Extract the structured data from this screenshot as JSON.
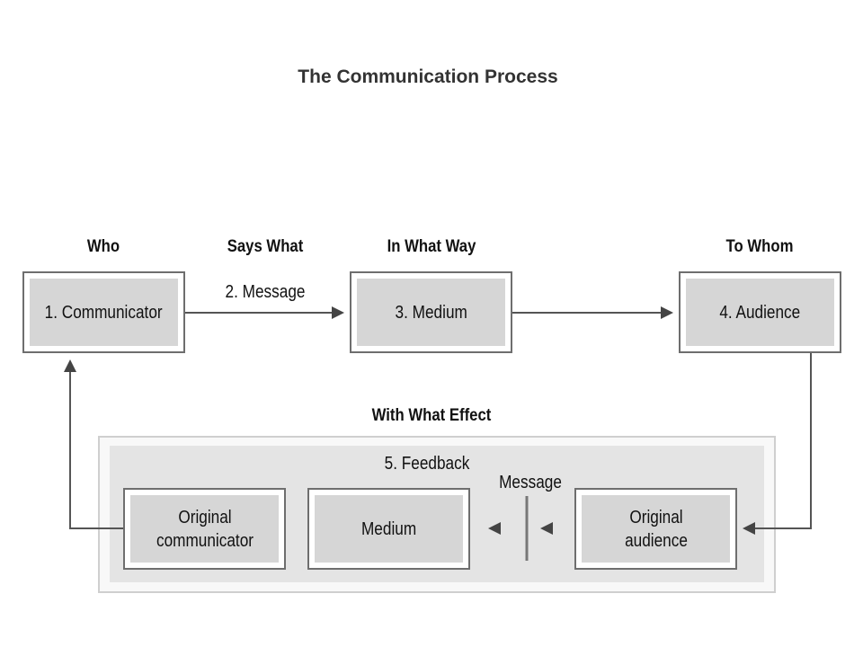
{
  "title": "The Communication Process",
  "headers": {
    "who": "Who",
    "says_what": "Says What",
    "in_what_way": "In What Way",
    "to_whom": "To Whom",
    "with_what_effect": "With What Effect"
  },
  "boxes": {
    "communicator": "1. Communicator",
    "medium": "3. Medium",
    "audience": "4. Audience"
  },
  "labels": {
    "message": "2. Message",
    "feedback": "5. Feedback",
    "feedback_message": "Message"
  },
  "feedback_boxes": {
    "original_communicator": "Original communicator",
    "medium": "Medium",
    "original_audience": "Original audience"
  }
}
